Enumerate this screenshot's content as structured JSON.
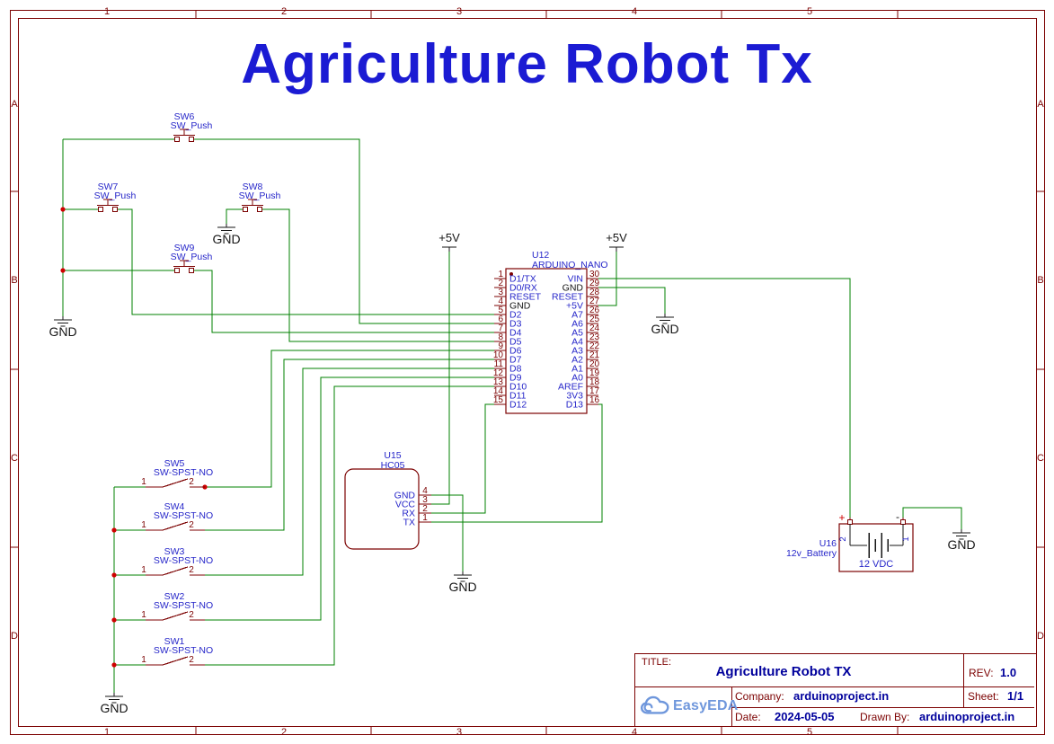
{
  "page_title": "Agriculture Robot Tx",
  "frame": {
    "columns": [
      "1",
      "2",
      "3",
      "4",
      "5"
    ],
    "rows": [
      "A",
      "B",
      "C",
      "D"
    ]
  },
  "power": {
    "v5": "+5V",
    "gnd": "GND"
  },
  "switch_pins": {
    "p1": "1",
    "p2": "2"
  },
  "arduino": {
    "ref": "U12",
    "value": "ARDUINO_NANO",
    "left_pins": [
      {
        "num": "1",
        "name": "D1/TX"
      },
      {
        "num": "2",
        "name": "D0/RX"
      },
      {
        "num": "3",
        "name": "RESET"
      },
      {
        "num": "4",
        "name": "GND"
      },
      {
        "num": "5",
        "name": "D2"
      },
      {
        "num": "6",
        "name": "D3"
      },
      {
        "num": "7",
        "name": "D4"
      },
      {
        "num": "8",
        "name": "D5"
      },
      {
        "num": "9",
        "name": "D6"
      },
      {
        "num": "10",
        "name": "D7"
      },
      {
        "num": "11",
        "name": "D8"
      },
      {
        "num": "12",
        "name": "D9"
      },
      {
        "num": "13",
        "name": "D10"
      },
      {
        "num": "14",
        "name": "D11"
      },
      {
        "num": "15",
        "name": "D12"
      }
    ],
    "right_pins": [
      {
        "num": "30",
        "name": "VIN"
      },
      {
        "num": "29",
        "name": "GND"
      },
      {
        "num": "28",
        "name": "RESET"
      },
      {
        "num": "27",
        "name": "+5V"
      },
      {
        "num": "26",
        "name": "A7"
      },
      {
        "num": "25",
        "name": "A6"
      },
      {
        "num": "24",
        "name": "A5"
      },
      {
        "num": "23",
        "name": "A4"
      },
      {
        "num": "22",
        "name": "A3"
      },
      {
        "num": "21",
        "name": "A2"
      },
      {
        "num": "20",
        "name": "A1"
      },
      {
        "num": "19",
        "name": "A0"
      },
      {
        "num": "18",
        "name": "AREF"
      },
      {
        "num": "17",
        "name": "3V3"
      },
      {
        "num": "16",
        "name": "D13"
      }
    ]
  },
  "hc05": {
    "ref": "U15",
    "value": "HC05",
    "pins": [
      {
        "num": "4",
        "name": "GND"
      },
      {
        "num": "3",
        "name": "VCC"
      },
      {
        "num": "2",
        "name": "RX"
      },
      {
        "num": "1",
        "name": "TX"
      }
    ]
  },
  "battery": {
    "ref": "U16",
    "value": "12v_Battery",
    "rating": "12 VDC",
    "plus": "+",
    "minus": "-",
    "pin_left": "2",
    "pin_right": "1"
  },
  "push_switches": [
    {
      "ref": "SW6",
      "value": "SW_Push"
    },
    {
      "ref": "SW7",
      "value": "SW_Push"
    },
    {
      "ref": "SW8",
      "value": "SW_Push"
    },
    {
      "ref": "SW9",
      "value": "SW_Push"
    }
  ],
  "spst_switches": [
    {
      "ref": "SW5",
      "value": "SW-SPST-NO"
    },
    {
      "ref": "SW4",
      "value": "SW-SPST-NO"
    },
    {
      "ref": "SW3",
      "value": "SW-SPST-NO"
    },
    {
      "ref": "SW2",
      "value": "SW-SPST-NO"
    },
    {
      "ref": "SW1",
      "value": "SW-SPST-NO"
    }
  ],
  "title_block": {
    "title_label": "TITLE:",
    "title": "Agriculture Robot TX",
    "rev_label": "REV:",
    "rev": "1.0",
    "company_label": "Company:",
    "company": "arduinoproject.in",
    "sheet_label": "Sheet:",
    "sheet": "1/1",
    "date_label": "Date:",
    "date": "2024-05-05",
    "drawn_label": "Drawn By:",
    "drawn_by": "arduinoproject.in",
    "logo_text": "EasyEDA"
  }
}
